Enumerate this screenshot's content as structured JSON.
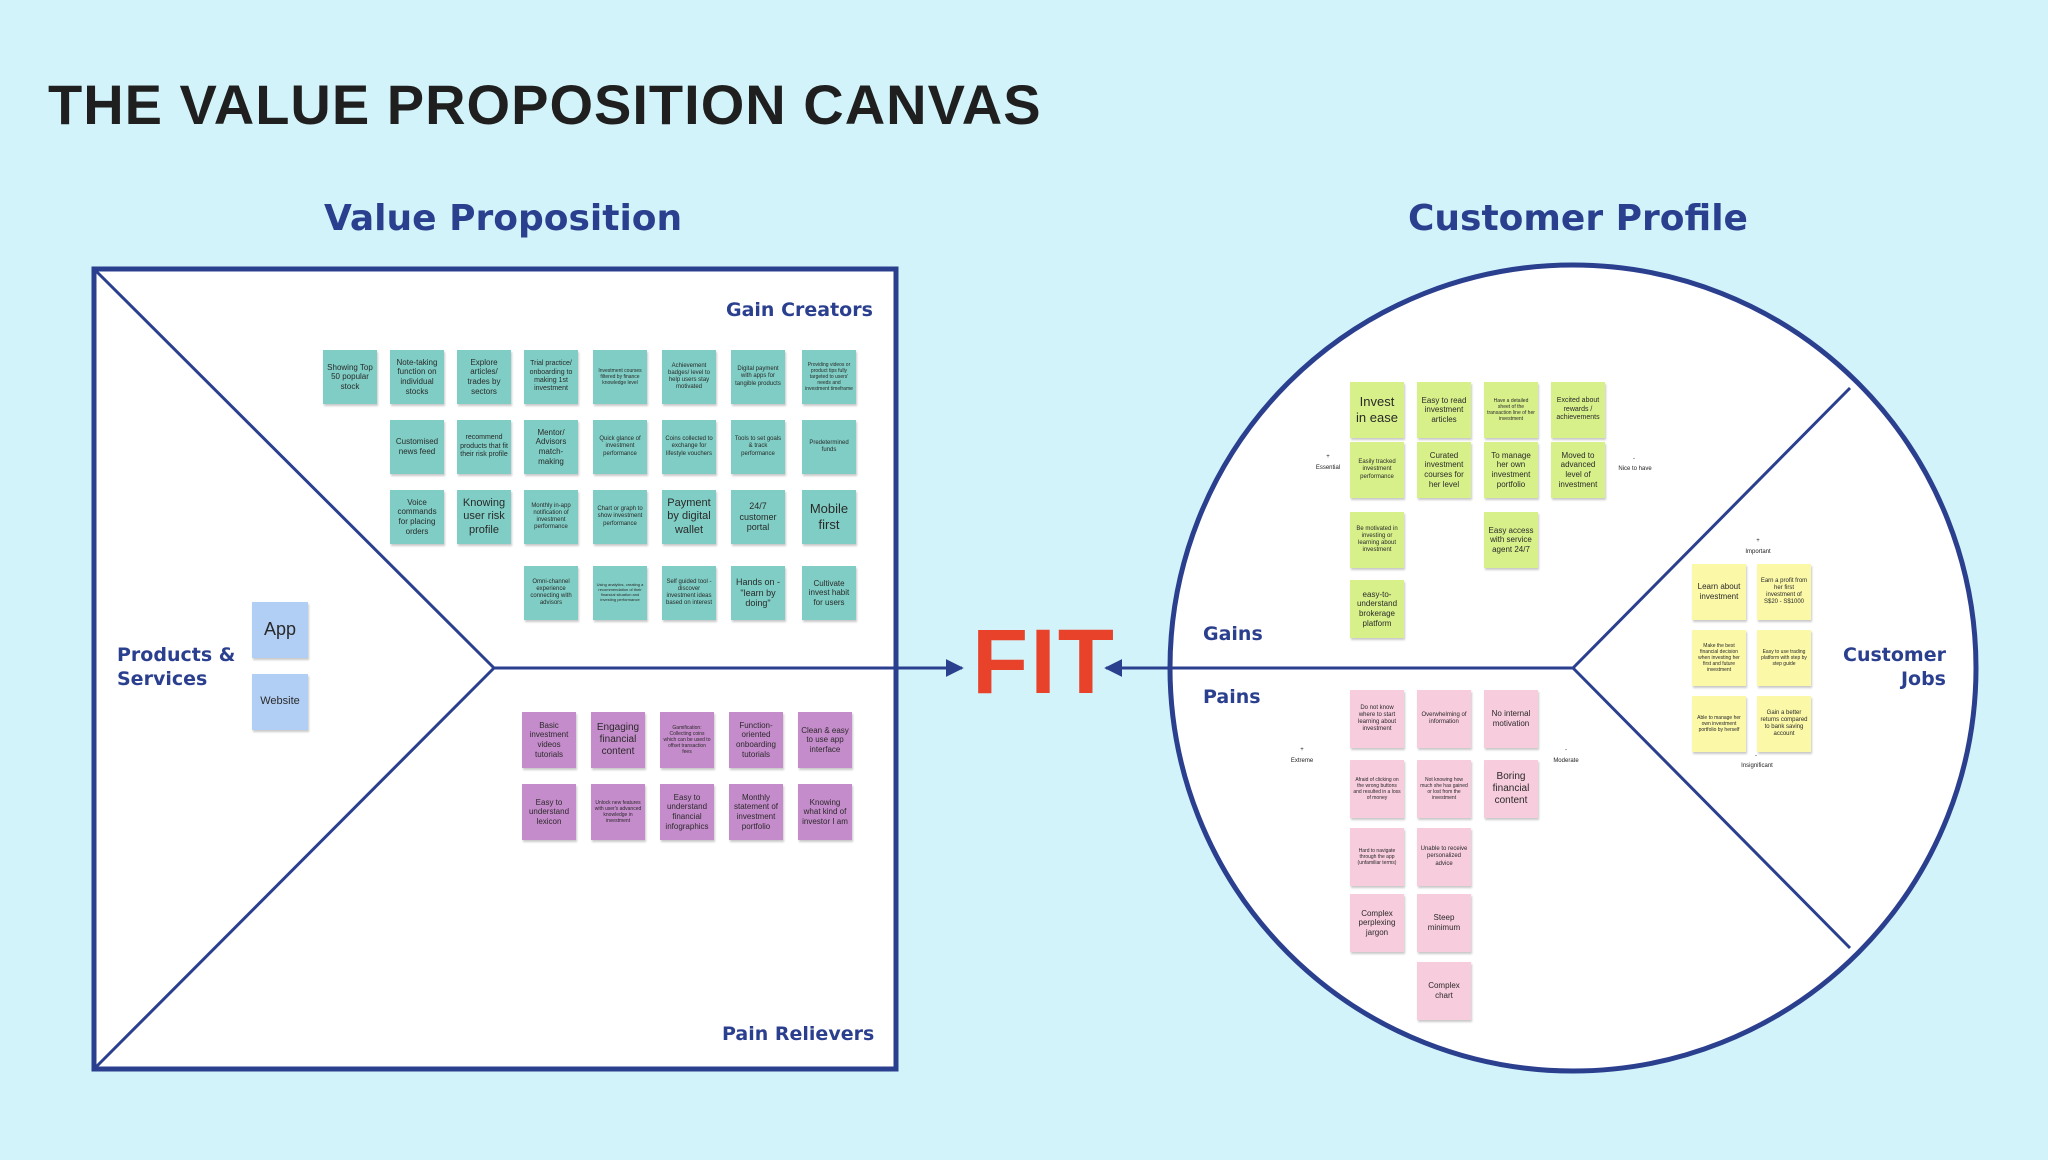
{
  "title": "THE VALUE PROPOSITION CANVAS",
  "value_proposition": {
    "heading": "Value Proposition",
    "products_label": "Products & Services",
    "gain_creators_label": "Gain Creators",
    "pain_relievers_label": "Pain Relievers",
    "products": [
      "App",
      "Website"
    ],
    "gain_creators": [
      "Showing Top 50 popular stock",
      "Note-taking function on individual stocks",
      "Explore articles/ trades by sectors",
      "Trial practice/ onboarding to making 1st investment",
      "Investment courses filtered by finance knowledge level",
      "Achievement badges/ level to help users stay motivated",
      "Digital payment with apps for tangible products",
      "Providing videos or product tips fully targeted to users' needs and investment timeframe",
      "Customised news feed",
      "recommend products that fit their risk profile",
      "Mentor/ Advisors match-making",
      "Quick glance of investment performance",
      "Coins collected to exchange for lifestyle vouchers",
      "Tools to set goals & track performance",
      "Predetermined funds",
      "Voice commands for placing orders",
      "Knowing user risk profile",
      "Monthly in-app notification of investment performance",
      "Chart or graph to show investment performance",
      "Payment by digital wallet",
      "24/7 customer portal",
      "Mobile first",
      "Omni-channel experience connecting with advisors",
      "Using analytics, creating a recommendation of their financial situation and investing performance",
      "Self guided tool - discover investment ideas based on interest",
      "Hands on - \"learn by doing\"",
      "Cultivate invest habit for users"
    ],
    "pain_relievers": [
      "Basic investment videos tutorials",
      "Engaging financial content",
      "Gamification: Collecting coins which can be used to offset transaction fees",
      "Function-oriented onboarding tutorials",
      "Clean & easy to use app interface",
      "Easy to understand lexicon",
      "Unlock new features with user's advanced knowledge in investment",
      "Easy to understand financial infographics",
      "Monthly statement of investment portfolio",
      "Knowing what kind of investor I am"
    ]
  },
  "fit_label": "FIT",
  "customer_profile": {
    "heading": "Customer Profile",
    "gains_label": "Gains",
    "pains_label": "Pains",
    "jobs_label": "Customer Jobs",
    "gains": [
      "Invest in ease",
      "Easy to read investment articles",
      "Have a detailed sheet of the transaction line of her investment",
      "Excited about rewards / achievements",
      "Easily tracked investment performance",
      "Curated investment courses for her level",
      "To manage her own investment portfolio",
      "Moved to advanced level of investment",
      "Be motivated in investing or learning about investment",
      "Easy access with service agent 24/7",
      "easy-to-understand brokerage platform"
    ],
    "pains": [
      "Do not know where to start learning about investment",
      "Overwhelming of information",
      "No internal motivation",
      "Afraid of clicking on the wrong buttons and resulted in a loss of money",
      "Not knowing how much she has gained or lost from the investment",
      "Boring financial content",
      "Hard to navigate through the app (unfamiliar terms)",
      "Unable to receive personalized advice",
      "Complex perplexing jargon",
      "Steep minimum",
      "Complex chart"
    ],
    "jobs": [
      "Learn about investment",
      "Earn a profit from her first investment of S$20 - S$1000",
      "Make the best financial decision when investing her first and future investment",
      "Easy to use trading platform with step by step guide",
      "Able to manage her own investment portfolio by herself",
      "Gain a better returns compared to bank saving account"
    ],
    "axis": {
      "essential": "Essential",
      "nice_to_have": "Nice to have",
      "extreme": "Extreme",
      "moderate": "Moderate",
      "important": "Important",
      "insignificant": "Insignificant",
      "plus": "+",
      "minus": "-"
    }
  },
  "colors": {
    "background": "#d3f3fa",
    "navy": "#2b3f8f",
    "fit": "#e8432a",
    "gain_creator_note": "#7fcdc4",
    "pain_reliever_note": "#c58ccb",
    "gain_note": "#d7f08a",
    "pain_note": "#f7ccdc",
    "job_note": "#fbf8a8",
    "product_note": "#b1cff5"
  }
}
